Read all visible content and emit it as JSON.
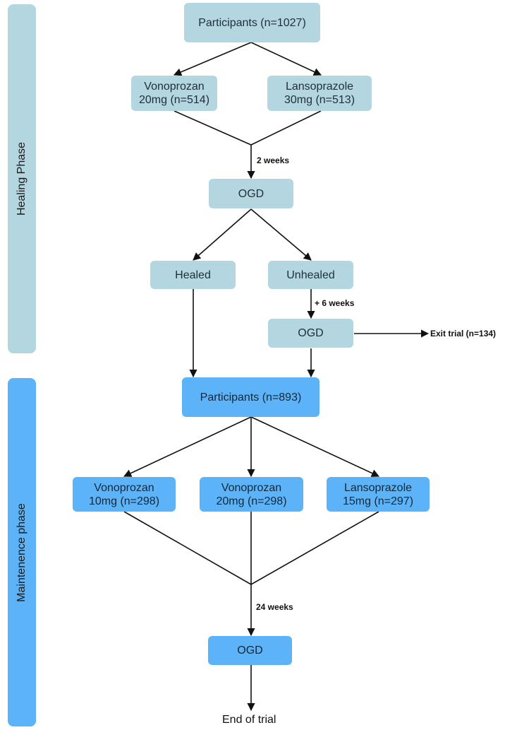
{
  "phases": {
    "healing": "Healing Phase",
    "maintenance": "Maintenence phase"
  },
  "nodes": {
    "participants_initial": "Participants (n=1027)",
    "vonoprozan_20_heal": "Vonoprozan\n20mg (n=514)",
    "lansoprazole_30": "Lansoprazole\n30mg (n=513)",
    "ogd_1": "OGD",
    "healed": "Healed",
    "unhealed": "Unhealed",
    "ogd_2": "OGD",
    "participants_maint": "Participants (n=893)",
    "vonoprozan_10": "Vonoprozan\n10mg (n=298)",
    "vonoprozan_20_maint": "Vonoprozan\n20mg (n=298)",
    "lansoprazole_15": "Lansoprazole\n15mg (n=297)",
    "ogd_3": "OGD"
  },
  "edge_labels": {
    "two_weeks": "2 weeks",
    "six_weeks": "+ 6 weeks",
    "exit_trial": "Exit trial (n=134)",
    "twenty_four_weeks": "24 weeks",
    "end_of_trial": "End of trial"
  },
  "colors": {
    "healing": "#b3d6e0",
    "maintenance": "#5cb3f7",
    "line": "#111111"
  }
}
